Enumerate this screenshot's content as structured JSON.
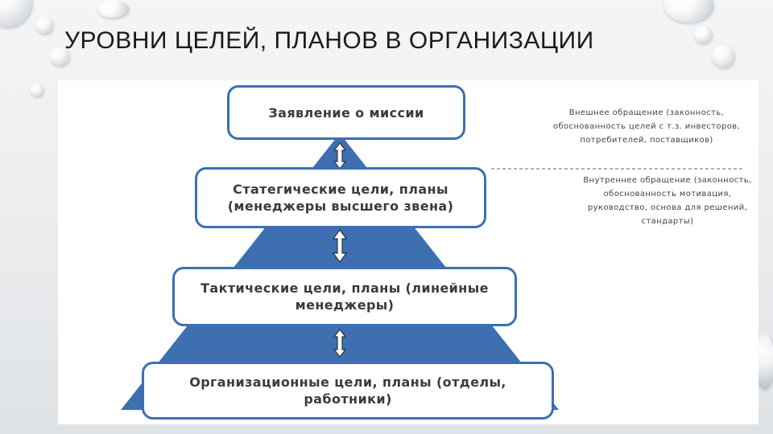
{
  "slide": {
    "title": "УРОВНИ ЦЕЛЕЙ, ПЛАНОВ В ОРГАНИЗАЦИИ"
  },
  "pyramid": {
    "levels": [
      {
        "label": "Заявление о миссии"
      },
      {
        "label": "Статегические цели, планы (менеджеры высшего звена)"
      },
      {
        "label": "Тактические цели, планы (линейные менеджеры)"
      },
      {
        "label": "Организационные цели, планы (отделы, работники)"
      }
    ],
    "fill_color": "#3d6fb1"
  },
  "notes": {
    "external": "Внешнее обращение (законность, обоснованность целей с т.з. инвесторов, потребителей, поставщиков)",
    "internal": "Внутреннее обращение (законность, обоснованность мотивация, руководство, основа для решений, стандарты)"
  }
}
